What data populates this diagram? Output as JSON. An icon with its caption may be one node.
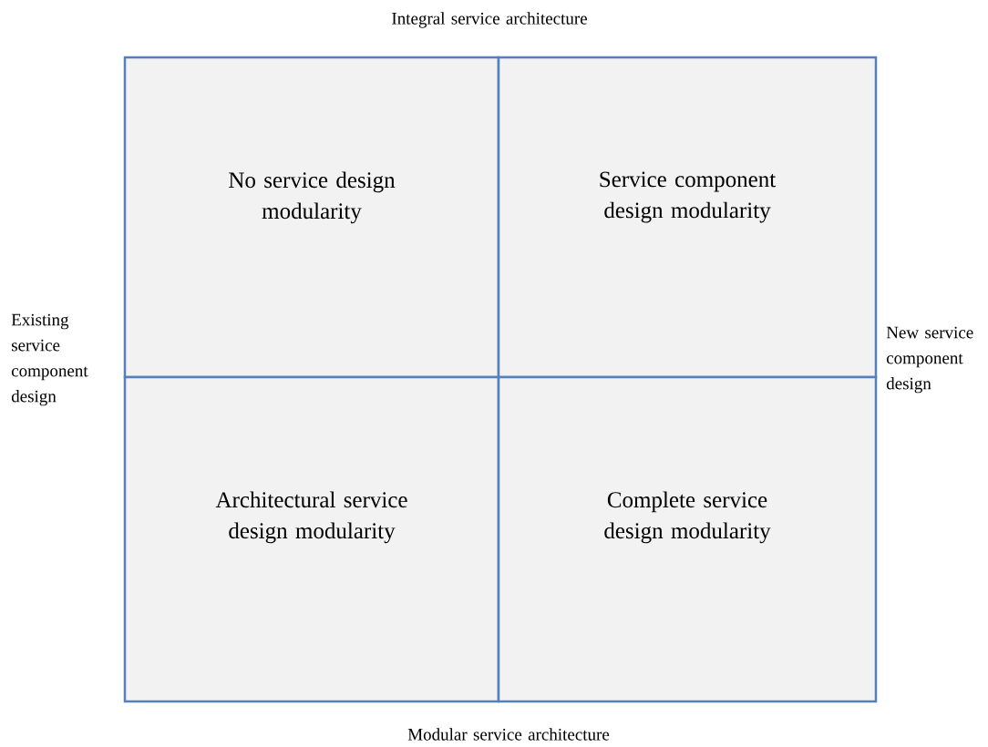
{
  "diagram": {
    "nodes": [
      {
        "text": [
          "No service design modularity"
        ]
      },
      {
        "text": [
          "Service component design modularity"
        ]
      },
      {
        "text": [
          "Architectural service design modularity"
        ]
      },
      {
        "text": [
          "Complete service design modularity"
        ]
      }
    ],
    "labels": [
      "Integral service architecture",
      "Existing service component design",
      "New service component design",
      "Modular service architecture"
    ]
  }
}
